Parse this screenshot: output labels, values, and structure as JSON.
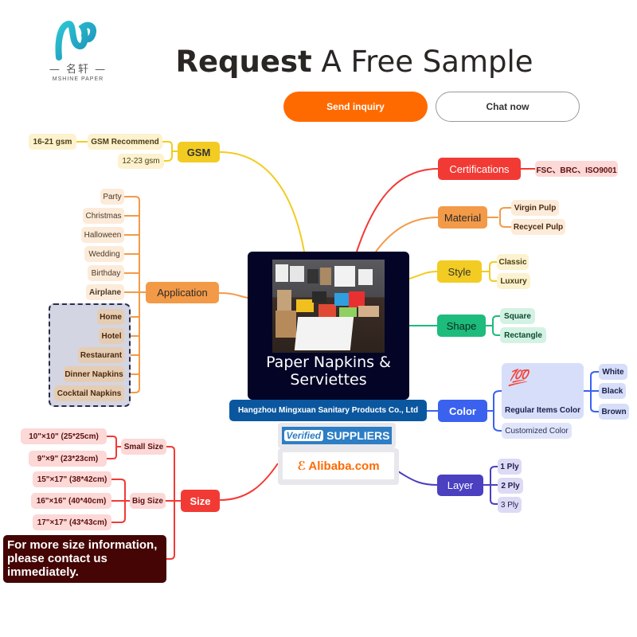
{
  "brand": {
    "logo_cn": "名轩",
    "logo_en": "MSHINE PAPER"
  },
  "header": {
    "title_bold": "Request",
    "title_rest": " A Free Sample"
  },
  "buttons": {
    "send_inquiry": "Send inquiry",
    "chat_now": "Chat now"
  },
  "center": {
    "title_line1": "Paper Napkins &",
    "title_line2": "Serviettes",
    "company": "Hangzhou Mingxuan Sanitary Products Co., Ltd",
    "verified_badge": "erified",
    "verified_v": "V",
    "verified_text": "SUPPLIERS",
    "alibaba_text": "Alibaba.com",
    "alibaba_glyph": "ℰ"
  },
  "colors": {
    "gsm": "#f2cc22",
    "application": "#f39a48",
    "size": "#f23a35",
    "certifications": "#f23a35",
    "material": "#f39a48",
    "style": "#f2cc22",
    "shape": "#1dbb7c",
    "color": "#3a62ef",
    "layer": "#4a40c0",
    "brand_orange": "#ff6a00"
  },
  "gsm": {
    "label": "GSM",
    "recommend_label": "GSM Recommend",
    "recommend_value": "16-21 gsm",
    "range": "12-23 gsm"
  },
  "application": {
    "label": "Application",
    "items": [
      "Party",
      "Christmas",
      "Halloween",
      "Wedding",
      "Birthday",
      "Airplane"
    ],
    "grouped_items": [
      "Home",
      "Hotel",
      "Restaurant",
      "Dinner Napkins",
      "Cocktail Napkins"
    ]
  },
  "size": {
    "label": "Size",
    "small_label": "Small Size",
    "small_items": [
      "10\"×10\"  (25*25cm)",
      "9\"×9\"  (23*23cm)"
    ],
    "big_label": "Big Size",
    "big_items": [
      "15\"×17\"  (38*42cm)",
      "16\"×16\"  (40*40cm)",
      "17\"×17\"  (43*43cm)"
    ],
    "note": "For more size information, please contact us immediately."
  },
  "certifications": {
    "label": "Certifications",
    "value": "FSC、BRC、ISO9001"
  },
  "material": {
    "label": "Material",
    "items": [
      "Virgin Pulp",
      "Recycel Pulp"
    ]
  },
  "style": {
    "label": "Style",
    "items": [
      "Classic",
      "Luxury"
    ]
  },
  "shape": {
    "label": "Shape",
    "items": [
      "Square",
      "Rectangle"
    ]
  },
  "color": {
    "label": "Color",
    "regular_icon": "💯",
    "regular_label": "Regular Items Color",
    "regular_items": [
      "White",
      "Black",
      "Brown"
    ],
    "custom_label": "Customized Color"
  },
  "layer": {
    "label": "Layer",
    "items": [
      "1 Ply",
      "2 Ply",
      "3 Ply"
    ]
  }
}
